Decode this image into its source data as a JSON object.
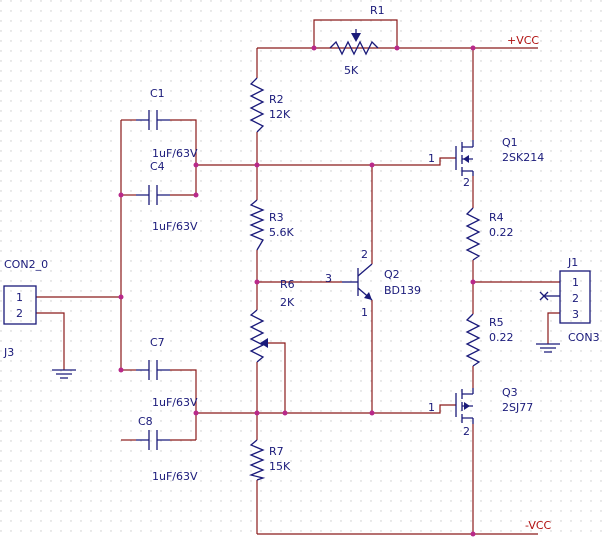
{
  "schematic": {
    "rails": {
      "pos": "+VCC",
      "neg": "-VCC"
    },
    "components": {
      "R1": {
        "ref": "R1",
        "value": "5K"
      },
      "R2": {
        "ref": "R2",
        "value": "12K"
      },
      "R3": {
        "ref": "R3",
        "value": "5.6K"
      },
      "R6": {
        "ref": "R6",
        "value": "2K"
      },
      "R7": {
        "ref": "R7",
        "value": "15K"
      },
      "R4": {
        "ref": "R4",
        "value": "0.22"
      },
      "R5": {
        "ref": "R5",
        "value": "0.22"
      },
      "C1": {
        "ref": "C1",
        "value": "1uF/63V"
      },
      "C4": {
        "ref": "C4",
        "value": "1uF/63V"
      },
      "C7": {
        "ref": "C7",
        "value": "1uF/63V"
      },
      "C8": {
        "ref": "C8",
        "value": "1uF/63V"
      },
      "Q1": {
        "ref": "Q1",
        "value": "2SK214"
      },
      "Q2": {
        "ref": "Q2",
        "value": "BD139"
      },
      "Q3": {
        "ref": "Q3",
        "value": "2SJ77"
      },
      "J1": {
        "ref": "J1",
        "value": "CON3"
      },
      "J3": {
        "ref": "J3",
        "value": "CON2_0"
      }
    },
    "pins": {
      "q1_gate": "1",
      "q1_drain": "2",
      "q3_gate": "1",
      "q3_drain": "2",
      "q2_base": "3",
      "q2_collector": "2",
      "q2_emitter": "1",
      "j3_1": "1",
      "j3_2": "2",
      "j1_1": "1",
      "j1_2": "2",
      "j1_3": "3"
    }
  },
  "colors": {
    "wire": "#8b1a1a",
    "body": "#1a1a7a",
    "node": "#b8298a",
    "rail": "#b01010"
  }
}
